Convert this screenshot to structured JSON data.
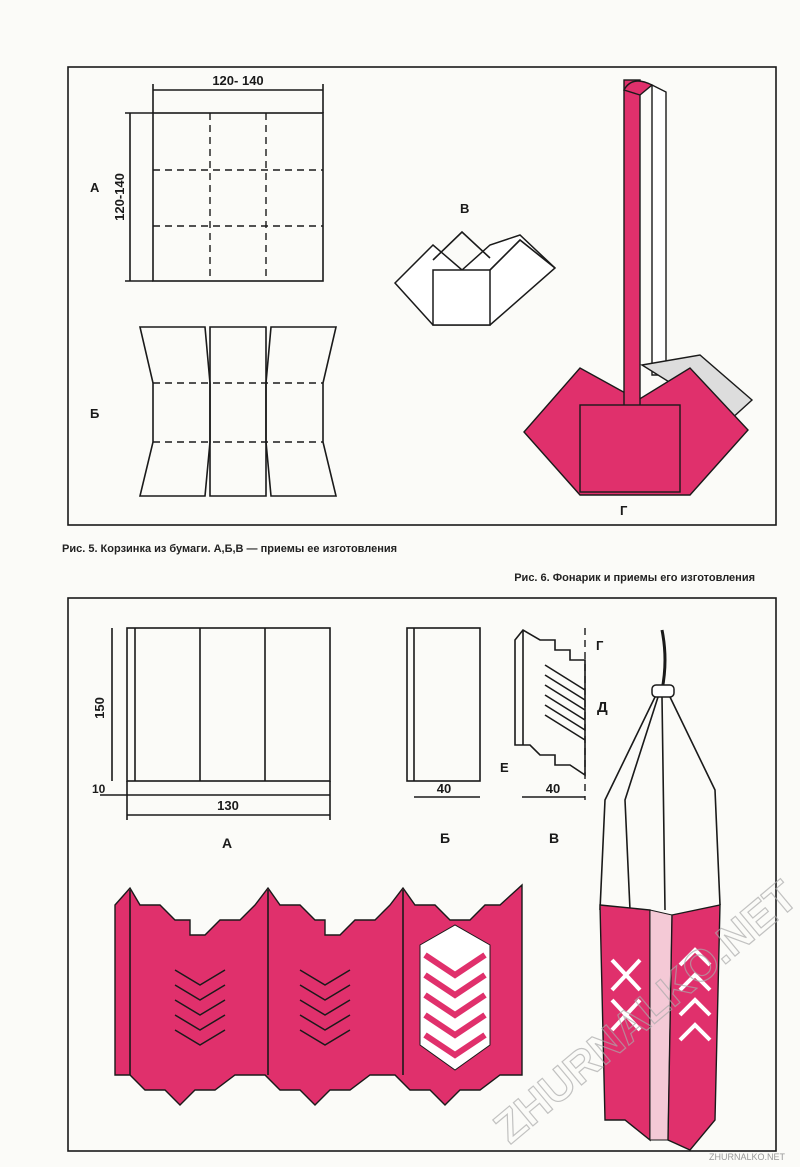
{
  "fig5": {
    "dim_width": "120- 140",
    "dim_height": "120-140",
    "label_a": "А",
    "label_b": "Б",
    "label_v": "В",
    "label_g": "Г",
    "caption": "Рис. 5. Корзинка из бумаги. А,Б,В — приемы ее изготовления"
  },
  "fig6": {
    "caption": "Рис. 6. Фонарик и приемы его изготовления",
    "dim_150": "150",
    "dim_10": "10",
    "dim_130": "130",
    "dim_40_b": "40",
    "dim_40_v": "40",
    "label_a": "А",
    "label_b": "Б",
    "label_v": "В",
    "label_g": "Г",
    "label_d": "Д",
    "label_e": "Е"
  },
  "watermark": "ZHURNALKO.NET",
  "footer_mark": "ZHURNALKO.NET",
  "colors": {
    "pink": "#e0306c"
  }
}
